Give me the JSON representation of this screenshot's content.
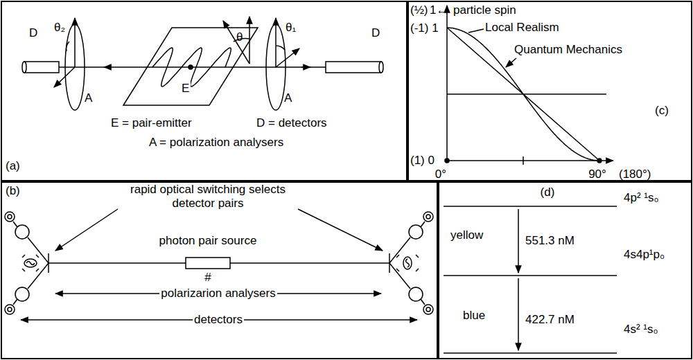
{
  "diagram": {
    "nodes": [
      {
        "text": [
          "D",
          "θ₂",
          "θ",
          "θ₁",
          "D",
          "A",
          "E",
          "A",
          "E = pair-emitter",
          "D = detectors",
          "A = polarization analysers",
          "(a)"
        ]
      },
      {
        "text": [
          "(½)",
          "1←",
          "particle spin",
          "(-1) 1",
          "Local Realism",
          "Quantum Mechanics",
          "(c)",
          "(1) 0",
          "0°",
          "90°",
          "(180°)"
        ]
      },
      {
        "text": [
          "(b)",
          "rapid optical switching selects detector pairs",
          "photon pair source",
          "#",
          "polarizarion analysers",
          "detectors"
        ]
      },
      {
        "text": [
          "(d)",
          "4p² ¹s₀",
          "yellow",
          "551.3 nM",
          "4s4p¹p₀",
          "blue",
          "422.7 nM",
          "4s² ¹s₀"
        ]
      }
    ]
  }
}
